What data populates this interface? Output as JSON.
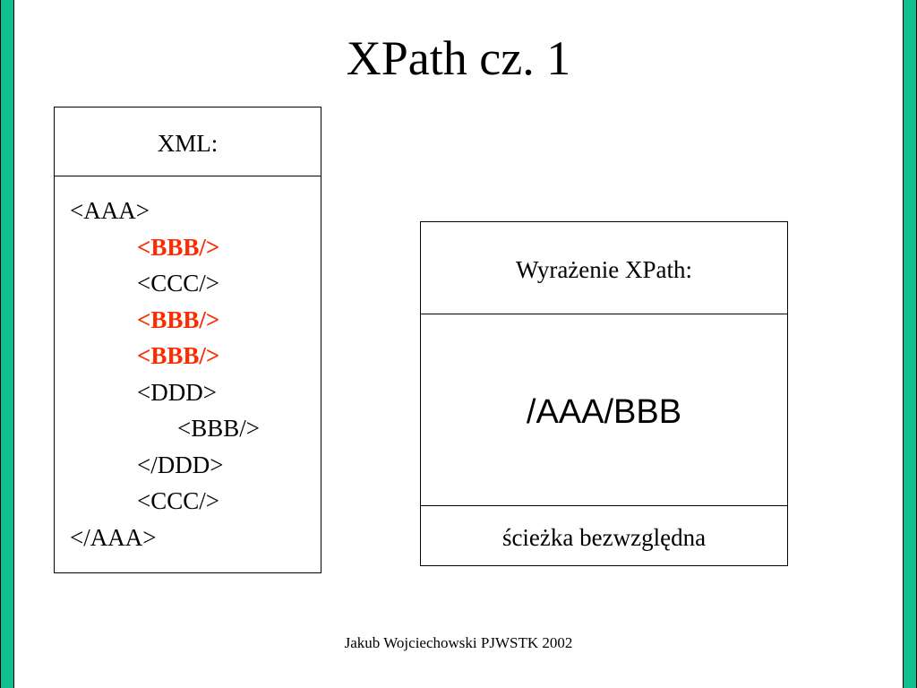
{
  "slide": {
    "title": "XPath cz. 1",
    "footer": "Jakub Wojciechowski PJWSTK 2002"
  },
  "xml_panel": {
    "header": "XML:",
    "lines": [
      {
        "text": "<AAA>",
        "indent": 0,
        "highlighted": false
      },
      {
        "text": "<BBB/>",
        "indent": 1,
        "highlighted": true
      },
      {
        "text": "<CCC/>",
        "indent": 1,
        "highlighted": false
      },
      {
        "text": "<BBB/>",
        "indent": 1,
        "highlighted": true
      },
      {
        "text": "<BBB/>",
        "indent": 1,
        "highlighted": true
      },
      {
        "text": "<DDD>",
        "indent": 1,
        "highlighted": false
      },
      {
        "text": "<BBB/>",
        "indent": 2,
        "highlighted": false
      },
      {
        "text": "</DDD>",
        "indent": 1,
        "highlighted": false
      },
      {
        "text": "<CCC/>",
        "indent": 1,
        "highlighted": false
      },
      {
        "text": "</AAA>",
        "indent": 0,
        "highlighted": false
      }
    ]
  },
  "xpath_panel": {
    "header": "Wyrażenie XPath:",
    "expression": "/AAA/BBB",
    "description": "ścieżka bezwzględna"
  },
  "colors": {
    "highlight": "#ff2a00",
    "side_bar": "#0fbf8f"
  }
}
